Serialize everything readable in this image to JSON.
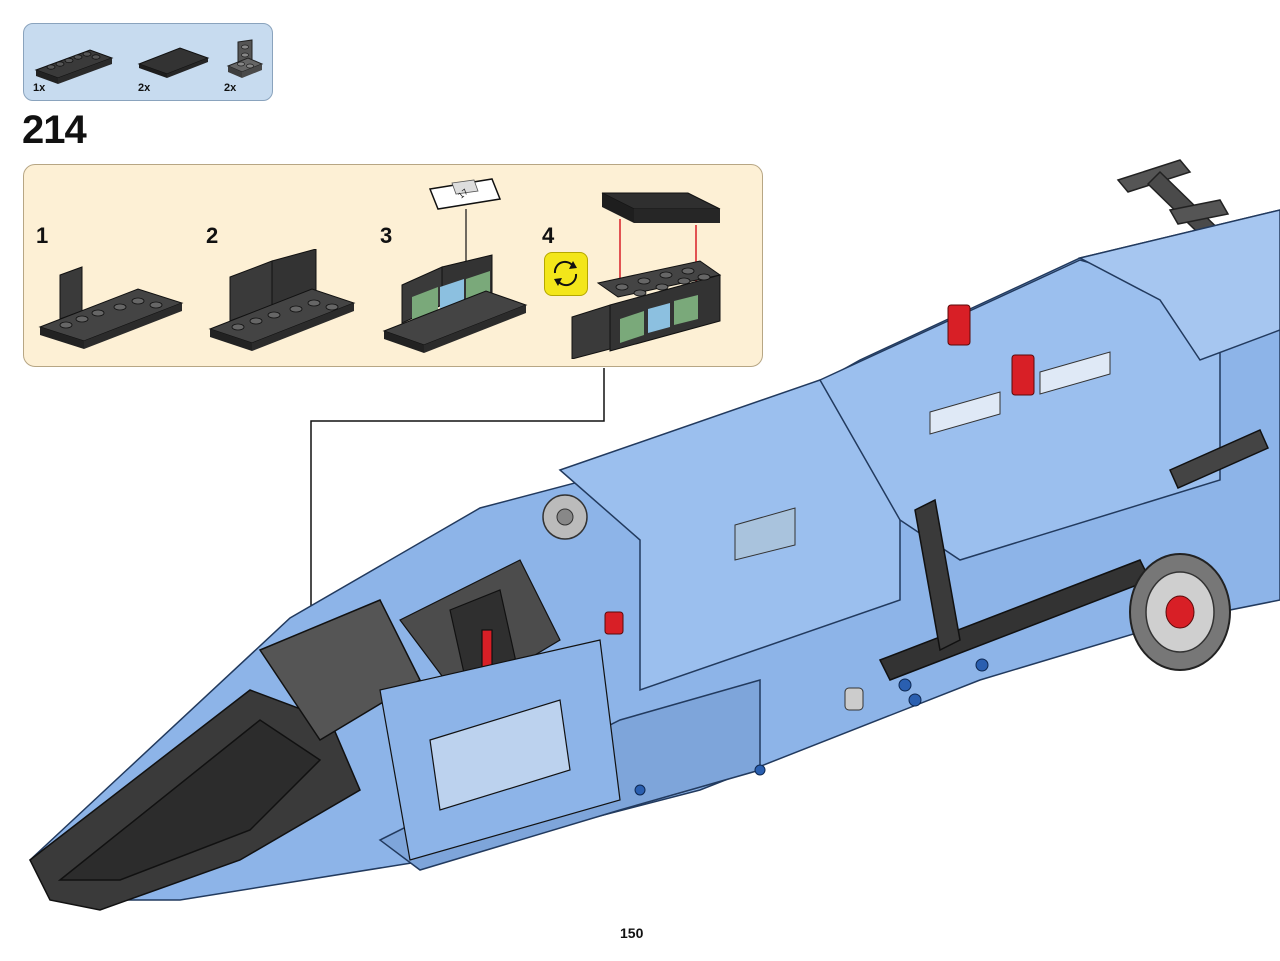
{
  "parts_list": {
    "items": [
      {
        "quantity": "1x",
        "part": "black-plate-1x6"
      },
      {
        "quantity": "2x",
        "part": "black-tile-2x4"
      },
      {
        "quantity": "2x",
        "part": "dark-grey-bracket"
      }
    ]
  },
  "step": {
    "number": "214"
  },
  "substeps": [
    {
      "number": "1"
    },
    {
      "number": "2"
    },
    {
      "number": "3"
    },
    {
      "number": "4"
    }
  ],
  "sticker_ref": {
    "number": "17"
  },
  "icons": {
    "rotate": "rotate-model-icon"
  },
  "colors": {
    "parts_box": "#c7dbef",
    "substep_box": "#fdf0d5",
    "model_blue": "#8db4e8",
    "rotate_icon": "#f3e61a",
    "arrow_red": "#d81f26"
  },
  "page": {
    "number": "150"
  }
}
